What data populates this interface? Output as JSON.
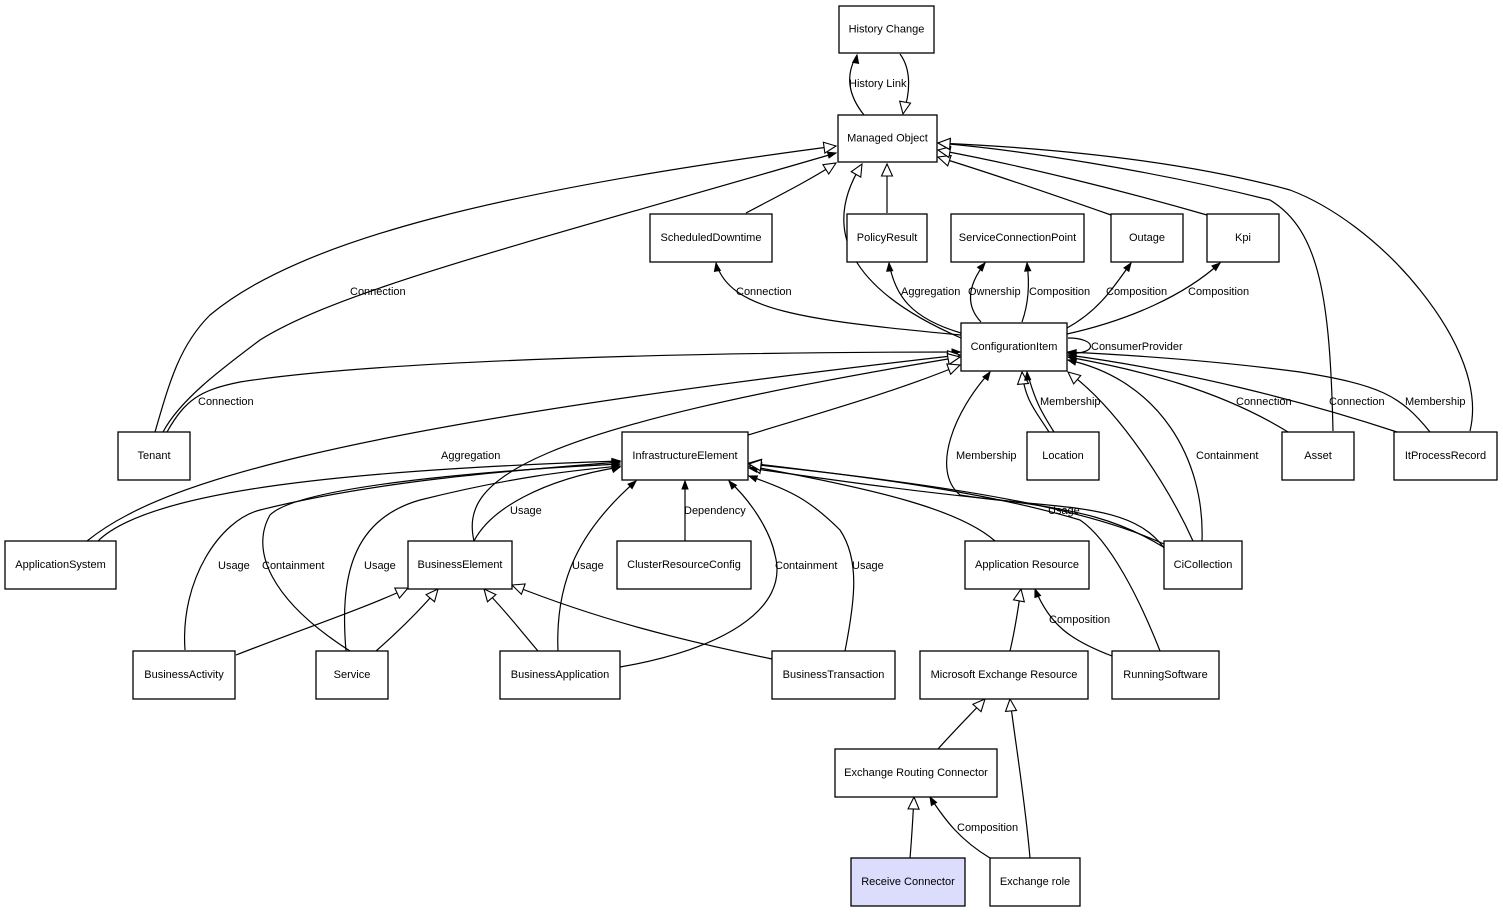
{
  "diagram": {
    "title": "Microsoft Exchange Resource class hierarchy",
    "highlight_color": "#dcdcfc",
    "nodes": [
      {
        "id": "history_change",
        "label": "History Change"
      },
      {
        "id": "managed_object",
        "label": "Managed Object"
      },
      {
        "id": "scheduled_downtime",
        "label": "ScheduledDowntime"
      },
      {
        "id": "policy_result",
        "label": "PolicyResult"
      },
      {
        "id": "service_connection_point",
        "label": "ServiceConnectionPoint"
      },
      {
        "id": "outage",
        "label": "Outage"
      },
      {
        "id": "kpi",
        "label": "Kpi"
      },
      {
        "id": "configuration_item",
        "label": "ConfigurationItem"
      },
      {
        "id": "tenant",
        "label": "Tenant"
      },
      {
        "id": "infrastructure_element",
        "label": "InfrastructureElement"
      },
      {
        "id": "location",
        "label": "Location"
      },
      {
        "id": "asset",
        "label": "Asset"
      },
      {
        "id": "it_process_record",
        "label": "ItProcessRecord"
      },
      {
        "id": "application_system",
        "label": "ApplicationSystem"
      },
      {
        "id": "business_element",
        "label": "BusinessElement"
      },
      {
        "id": "cluster_resource_config",
        "label": "ClusterResourceConfig"
      },
      {
        "id": "application_resource",
        "label": "Application Resource"
      },
      {
        "id": "ci_collection",
        "label": "CiCollection"
      },
      {
        "id": "business_activity",
        "label": "BusinessActivity"
      },
      {
        "id": "service",
        "label": "Service"
      },
      {
        "id": "business_application",
        "label": "BusinessApplication"
      },
      {
        "id": "business_transaction",
        "label": "BusinessTransaction"
      },
      {
        "id": "microsoft_exchange_resource",
        "label": "Microsoft Exchange Resource"
      },
      {
        "id": "running_software",
        "label": "RunningSoftware"
      },
      {
        "id": "exchange_routing_connector",
        "label": "Exchange Routing Connector"
      },
      {
        "id": "receive_connector",
        "label": "Receive Connector",
        "highlighted": true
      },
      {
        "id": "exchange_role",
        "label": "Exchange role"
      }
    ],
    "edges": [
      {
        "from": "managed_object",
        "to": "history_change",
        "type": "association",
        "label": "History Link"
      },
      {
        "from": "history_change",
        "to": "managed_object",
        "type": "inheritance",
        "label": ""
      },
      {
        "from": "tenant",
        "to": "managed_object",
        "type": "inheritance",
        "label": ""
      },
      {
        "from": "tenant",
        "to": "managed_object",
        "type": "association",
        "label": "Connection"
      },
      {
        "from": "scheduled_downtime",
        "to": "managed_object",
        "type": "inheritance",
        "label": ""
      },
      {
        "from": "configuration_item",
        "to": "managed_object",
        "type": "inheritance",
        "label": ""
      },
      {
        "from": "policy_result",
        "to": "managed_object",
        "type": "inheritance",
        "label": ""
      },
      {
        "from": "outage",
        "to": "managed_object",
        "type": "inheritance",
        "label": ""
      },
      {
        "from": "kpi",
        "to": "managed_object",
        "type": "inheritance",
        "label": ""
      },
      {
        "from": "asset",
        "to": "managed_object",
        "type": "inheritance",
        "label": ""
      },
      {
        "from": "it_process_record",
        "to": "managed_object",
        "type": "inheritance",
        "label": ""
      },
      {
        "from": "configuration_item",
        "to": "scheduled_downtime",
        "type": "association",
        "label": "Connection"
      },
      {
        "from": "configuration_item",
        "to": "policy_result",
        "type": "association",
        "label": "Aggregation"
      },
      {
        "from": "configuration_item",
        "to": "service_connection_point",
        "type": "association",
        "label": "Ownership"
      },
      {
        "from": "configuration_item",
        "to": "service_connection_point",
        "type": "association",
        "label": "Composition"
      },
      {
        "from": "configuration_item",
        "to": "outage",
        "type": "association",
        "label": "Composition"
      },
      {
        "from": "configuration_item",
        "to": "kpi",
        "type": "association",
        "label": "Composition"
      },
      {
        "from": "configuration_item",
        "to": "configuration_item",
        "type": "association",
        "label": "ConsumerProvider"
      },
      {
        "from": "tenant",
        "to": "configuration_item",
        "type": "association",
        "label": "Connection"
      },
      {
        "from": "application_system",
        "to": "configuration_item",
        "type": "inheritance",
        "label": ""
      },
      {
        "from": "business_element",
        "to": "configuration_item",
        "type": "inheritance",
        "label": ""
      },
      {
        "from": "infrastructure_element",
        "to": "configuration_item",
        "type": "inheritance",
        "label": ""
      },
      {
        "from": "location",
        "to": "configuration_item",
        "type": "inheritance",
        "label": ""
      },
      {
        "from": "location",
        "to": "configuration_item",
        "type": "association",
        "label": "Membership"
      },
      {
        "from": "ci_collection",
        "to": "configuration_item",
        "type": "association",
        "label": "Membership"
      },
      {
        "from": "ci_collection",
        "to": "configuration_item",
        "type": "inheritance",
        "label": ""
      },
      {
        "from": "ci_collection",
        "to": "configuration_item",
        "type": "association",
        "label": "Containment"
      },
      {
        "from": "asset",
        "to": "configuration_item",
        "type": "association",
        "label": "Connection"
      },
      {
        "from": "it_process_record",
        "to": "configuration_item",
        "type": "association",
        "label": "Connection"
      },
      {
        "from": "it_process_record",
        "to": "configuration_item",
        "type": "association",
        "label": "Membership"
      },
      {
        "from": "application_system",
        "to": "infrastructure_element",
        "type": "association",
        "label": "Aggregation"
      },
      {
        "from": "business_activity",
        "to": "infrastructure_element",
        "type": "association",
        "label": "Usage"
      },
      {
        "from": "service",
        "to": "infrastructure_element",
        "type": "association",
        "label": "Containment"
      },
      {
        "from": "service",
        "to": "infrastructure_element",
        "type": "association",
        "label": "Usage"
      },
      {
        "from": "business_element",
        "to": "infrastructure_element",
        "type": "association",
        "label": "Usage"
      },
      {
        "from": "business_application",
        "to": "infrastructure_element",
        "type": "association",
        "label": "Usage"
      },
      {
        "from": "cluster_resource_config",
        "to": "infrastructure_element",
        "type": "association",
        "label": "Dependency"
      },
      {
        "from": "business_application",
        "to": "infrastructure_element",
        "type": "association",
        "label": "Containment"
      },
      {
        "from": "business_transaction",
        "to": "infrastructure_element",
        "type": "association",
        "label": "Usage"
      },
      {
        "from": "application_resource",
        "to": "infrastructure_element",
        "type": "inheritance",
        "label": ""
      },
      {
        "from": "running_software",
        "to": "infrastructure_element",
        "type": "inheritance",
        "label": ""
      },
      {
        "from": "ci_collection",
        "to": "infrastructure_element",
        "type": "association",
        "label": "Usage"
      },
      {
        "from": "ci_collection",
        "to": "infrastructure_element",
        "type": "inheritance",
        "label": ""
      },
      {
        "from": "business_activity",
        "to": "business_element",
        "type": "inheritance",
        "label": ""
      },
      {
        "from": "service",
        "to": "business_element",
        "type": "inheritance",
        "label": ""
      },
      {
        "from": "business_application",
        "to": "business_element",
        "type": "inheritance",
        "label": ""
      },
      {
        "from": "business_transaction",
        "to": "business_element",
        "type": "inheritance",
        "label": ""
      },
      {
        "from": "microsoft_exchange_resource",
        "to": "application_resource",
        "type": "inheritance",
        "label": ""
      },
      {
        "from": "running_software",
        "to": "application_resource",
        "type": "association",
        "label": "Composition"
      },
      {
        "from": "exchange_routing_connector",
        "to": "microsoft_exchange_resource",
        "type": "inheritance",
        "label": ""
      },
      {
        "from": "exchange_role",
        "to": "microsoft_exchange_resource",
        "type": "inheritance",
        "label": ""
      },
      {
        "from": "receive_connector",
        "to": "exchange_routing_connector",
        "type": "inheritance",
        "label": ""
      },
      {
        "from": "exchange_role",
        "to": "exchange_routing_connector",
        "type": "association",
        "label": "Composition"
      }
    ]
  }
}
